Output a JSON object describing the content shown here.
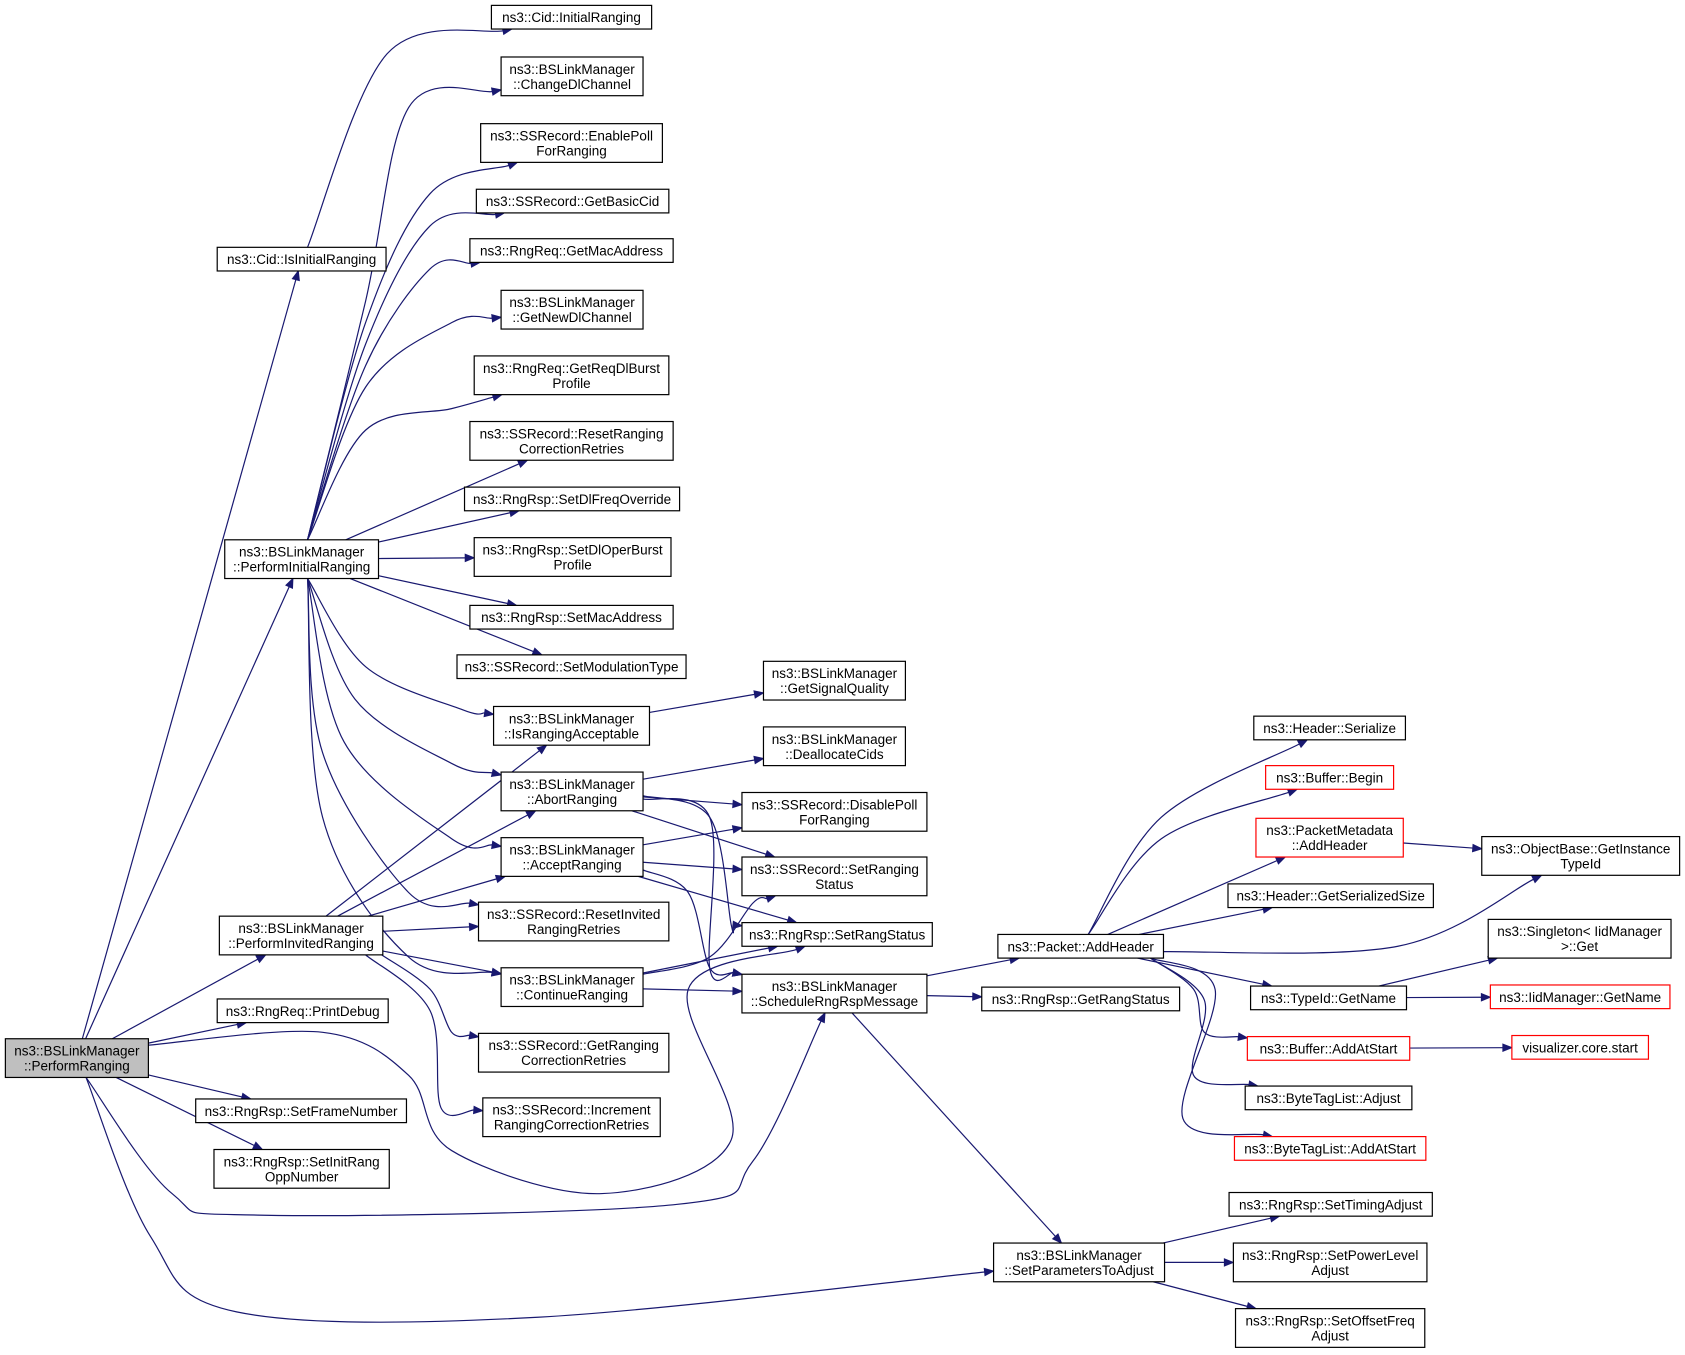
{
  "colors": {
    "edge": "#191970",
    "node_border": "#000000",
    "node_fill": "#ffffff",
    "root_fill": "#bfbfbf",
    "truncated_border": "#ff0000"
  },
  "nodes": [
    {
      "id": "perform_ranging",
      "lines": [
        "ns3::BSLinkManager",
        "::PerformRanging"
      ],
      "root": true
    },
    {
      "id": "cid_is_initial_ranging",
      "lines": [
        "ns3::Cid::IsInitialRanging"
      ]
    },
    {
      "id": "bs_perform_initial_ranging",
      "lines": [
        "ns3::BSLinkManager",
        "::PerformInitialRanging"
      ]
    },
    {
      "id": "bs_perform_invited_ranging",
      "lines": [
        "ns3::BSLinkManager",
        "::PerformInvitedRanging"
      ]
    },
    {
      "id": "rngreq_print_debug",
      "lines": [
        "ns3::RngReq::PrintDebug"
      ]
    },
    {
      "id": "rngrsp_set_frame_number",
      "lines": [
        "ns3::RngRsp::SetFrameNumber"
      ]
    },
    {
      "id": "rngrsp_set_init_rang_opp_number",
      "lines": [
        "ns3::RngRsp::SetInitRang",
        "OppNumber"
      ]
    },
    {
      "id": "cid_initial_ranging",
      "lines": [
        "ns3::Cid::InitialRanging"
      ]
    },
    {
      "id": "bs_change_dl_channel",
      "lines": [
        "ns3::BSLinkManager",
        "::ChangeDlChannel"
      ]
    },
    {
      "id": "ss_enable_poll_for_ranging",
      "lines": [
        "ns3::SSRecord::EnablePoll",
        "ForRanging"
      ]
    },
    {
      "id": "ss_get_basic_cid",
      "lines": [
        "ns3::SSRecord::GetBasicCid"
      ]
    },
    {
      "id": "rngreq_get_mac_address",
      "lines": [
        "ns3::RngReq::GetMacAddress"
      ]
    },
    {
      "id": "bs_get_new_dl_channel",
      "lines": [
        "ns3::BSLinkManager",
        "::GetNewDlChannel"
      ]
    },
    {
      "id": "rngreq_get_req_dl_burst_profile",
      "lines": [
        "ns3::RngReq::GetReqDlBurst",
        "Profile"
      ]
    },
    {
      "id": "ss_reset_ranging_correction_retries",
      "lines": [
        "ns3::SSRecord::ResetRanging",
        "CorrectionRetries"
      ]
    },
    {
      "id": "rngrsp_set_dl_freq_override",
      "lines": [
        "ns3::RngRsp::SetDlFreqOverride"
      ]
    },
    {
      "id": "rngrsp_set_dl_oper_burst_profile",
      "lines": [
        "ns3::RngRsp::SetDlOperBurst",
        "Profile"
      ]
    },
    {
      "id": "rngrsp_set_mac_address",
      "lines": [
        "ns3::RngRsp::SetMacAddress"
      ]
    },
    {
      "id": "ss_set_modulation_type",
      "lines": [
        "ns3::SSRecord::SetModulationType"
      ]
    },
    {
      "id": "bs_is_ranging_acceptable",
      "lines": [
        "ns3::BSLinkManager",
        "::IsRangingAcceptable"
      ]
    },
    {
      "id": "bs_abort_ranging",
      "lines": [
        "ns3::BSLinkManager",
        "::AbortRanging"
      ]
    },
    {
      "id": "bs_accept_ranging",
      "lines": [
        "ns3::BSLinkManager",
        "::AcceptRanging"
      ]
    },
    {
      "id": "ss_reset_invited_ranging_retries",
      "lines": [
        "ns3::SSRecord::ResetInvited",
        "RangingRetries"
      ]
    },
    {
      "id": "bs_continue_ranging",
      "lines": [
        "ns3::BSLinkManager",
        "::ContinueRanging"
      ]
    },
    {
      "id": "ss_get_ranging_correction_retries",
      "lines": [
        "ns3::SSRecord::GetRanging",
        "CorrectionRetries"
      ]
    },
    {
      "id": "ss_increment_ranging_correction_retries",
      "lines": [
        "ns3::SSRecord::Increment",
        "RangingCorrectionRetries"
      ]
    },
    {
      "id": "bs_get_signal_quality",
      "lines": [
        "ns3::BSLinkManager",
        "::GetSignalQuality"
      ]
    },
    {
      "id": "bs_deallocate_cids",
      "lines": [
        "ns3::BSLinkManager",
        "::DeallocateCids"
      ]
    },
    {
      "id": "ss_disable_poll_for_ranging",
      "lines": [
        "ns3::SSRecord::DisablePoll",
        "ForRanging"
      ]
    },
    {
      "id": "ss_set_ranging_status",
      "lines": [
        "ns3::SSRecord::SetRanging",
        "Status"
      ]
    },
    {
      "id": "rngrsp_set_rang_status",
      "lines": [
        "ns3::RngRsp::SetRangStatus"
      ]
    },
    {
      "id": "bs_schedule_rng_rsp_message",
      "lines": [
        "ns3::BSLinkManager",
        "::ScheduleRngRspMessage"
      ]
    },
    {
      "id": "packet_add_header",
      "lines": [
        "ns3::Packet::AddHeader"
      ]
    },
    {
      "id": "rngrsp_get_rang_status",
      "lines": [
        "ns3::RngRsp::GetRangStatus"
      ]
    },
    {
      "id": "bs_set_parameters_to_adjust",
      "lines": [
        "ns3::BSLinkManager",
        "::SetParametersToAdjust"
      ]
    },
    {
      "id": "header_serialize",
      "lines": [
        "ns3::Header::Serialize"
      ]
    },
    {
      "id": "buffer_begin",
      "lines": [
        "ns3::Buffer::Begin"
      ],
      "truncated": true
    },
    {
      "id": "packet_metadata_add_header",
      "lines": [
        "ns3::PacketMetadata",
        "::AddHeader"
      ],
      "truncated": true
    },
    {
      "id": "header_get_serialized_size",
      "lines": [
        "ns3::Header::GetSerializedSize"
      ]
    },
    {
      "id": "typeid_get_name",
      "lines": [
        "ns3::TypeId::GetName"
      ]
    },
    {
      "id": "buffer_add_at_start",
      "lines": [
        "ns3::Buffer::AddAtStart"
      ],
      "truncated": true
    },
    {
      "id": "bytetaglist_adjust",
      "lines": [
        "ns3::ByteTagList::Adjust"
      ]
    },
    {
      "id": "bytetaglist_add_at_start",
      "lines": [
        "ns3::ByteTagList::AddAtStart"
      ],
      "truncated": true
    },
    {
      "id": "objectbase_get_instance_typeid",
      "lines": [
        "ns3::ObjectBase::GetInstance",
        "TypeId"
      ]
    },
    {
      "id": "singleton_iidmanager_get",
      "lines": [
        "ns3::Singleton< IidManager",
        ">::Get"
      ]
    },
    {
      "id": "iidmanager_get_name",
      "lines": [
        "ns3::IidManager::GetName"
      ],
      "truncated": true
    },
    {
      "id": "visualizer_core_start",
      "lines": [
        "visualizer.core.start"
      ],
      "truncated": true
    },
    {
      "id": "rngrsp_set_timing_adjust",
      "lines": [
        "ns3::RngRsp::SetTimingAdjust"
      ]
    },
    {
      "id": "rngrsp_set_power_level_adjust",
      "lines": [
        "ns3::RngRsp::SetPowerLevel",
        "Adjust"
      ]
    },
    {
      "id": "rngrsp_set_offset_freq_adjust",
      "lines": [
        "ns3::RngRsp::SetOffsetFreq",
        "Adjust"
      ]
    }
  ],
  "edges": [
    [
      "perform_ranging",
      "cid_is_initial_ranging"
    ],
    [
      "perform_ranging",
      "bs_perform_initial_ranging"
    ],
    [
      "perform_ranging",
      "bs_perform_invited_ranging"
    ],
    [
      "perform_ranging",
      "rngreq_print_debug"
    ],
    [
      "perform_ranging",
      "rngrsp_set_frame_number"
    ],
    [
      "perform_ranging",
      "rngrsp_set_init_rang_opp_number"
    ],
    [
      "perform_ranging",
      "rngrsp_set_rang_status"
    ],
    [
      "perform_ranging",
      "bs_schedule_rng_rsp_message"
    ],
    [
      "perform_ranging",
      "bs_set_parameters_to_adjust"
    ],
    [
      "cid_is_initial_ranging",
      "cid_initial_ranging"
    ],
    [
      "bs_perform_initial_ranging",
      "bs_change_dl_channel"
    ],
    [
      "bs_perform_initial_ranging",
      "ss_enable_poll_for_ranging"
    ],
    [
      "bs_perform_initial_ranging",
      "ss_get_basic_cid"
    ],
    [
      "bs_perform_initial_ranging",
      "rngreq_get_mac_address"
    ],
    [
      "bs_perform_initial_ranging",
      "bs_get_new_dl_channel"
    ],
    [
      "bs_perform_initial_ranging",
      "rngreq_get_req_dl_burst_profile"
    ],
    [
      "bs_perform_initial_ranging",
      "ss_reset_ranging_correction_retries"
    ],
    [
      "bs_perform_initial_ranging",
      "rngrsp_set_dl_freq_override"
    ],
    [
      "bs_perform_initial_ranging",
      "rngrsp_set_dl_oper_burst_profile"
    ],
    [
      "bs_perform_initial_ranging",
      "rngrsp_set_mac_address"
    ],
    [
      "bs_perform_initial_ranging",
      "ss_set_modulation_type"
    ],
    [
      "bs_perform_initial_ranging",
      "bs_is_ranging_acceptable"
    ],
    [
      "bs_perform_initial_ranging",
      "bs_abort_ranging"
    ],
    [
      "bs_perform_initial_ranging",
      "bs_accept_ranging"
    ],
    [
      "bs_perform_initial_ranging",
      "ss_reset_invited_ranging_retries"
    ],
    [
      "bs_perform_initial_ranging",
      "bs_continue_ranging"
    ],
    [
      "bs_perform_invited_ranging",
      "bs_is_ranging_acceptable"
    ],
    [
      "bs_perform_invited_ranging",
      "bs_abort_ranging"
    ],
    [
      "bs_perform_invited_ranging",
      "bs_accept_ranging"
    ],
    [
      "bs_perform_invited_ranging",
      "ss_reset_invited_ranging_retries"
    ],
    [
      "bs_perform_invited_ranging",
      "bs_continue_ranging"
    ],
    [
      "bs_perform_invited_ranging",
      "ss_get_ranging_correction_retries"
    ],
    [
      "bs_perform_invited_ranging",
      "ss_increment_ranging_correction_retries"
    ],
    [
      "bs_is_ranging_acceptable",
      "bs_get_signal_quality"
    ],
    [
      "bs_abort_ranging",
      "bs_deallocate_cids"
    ],
    [
      "bs_abort_ranging",
      "ss_disable_poll_for_ranging"
    ],
    [
      "bs_abort_ranging",
      "ss_set_ranging_status"
    ],
    [
      "bs_abort_ranging",
      "rngrsp_set_rang_status"
    ],
    [
      "bs_abort_ranging",
      "bs_schedule_rng_rsp_message"
    ],
    [
      "bs_accept_ranging",
      "ss_disable_poll_for_ranging"
    ],
    [
      "bs_accept_ranging",
      "ss_set_ranging_status"
    ],
    [
      "bs_accept_ranging",
      "rngrsp_set_rang_status"
    ],
    [
      "bs_accept_ranging",
      "bs_schedule_rng_rsp_message"
    ],
    [
      "bs_continue_ranging",
      "ss_set_ranging_status"
    ],
    [
      "bs_continue_ranging",
      "rngrsp_set_rang_status"
    ],
    [
      "bs_continue_ranging",
      "bs_schedule_rng_rsp_message"
    ],
    [
      "bs_schedule_rng_rsp_message",
      "packet_add_header"
    ],
    [
      "bs_schedule_rng_rsp_message",
      "rngrsp_get_rang_status"
    ],
    [
      "bs_schedule_rng_rsp_message",
      "bs_set_parameters_to_adjust"
    ],
    [
      "packet_add_header",
      "header_serialize"
    ],
    [
      "packet_add_header",
      "buffer_begin"
    ],
    [
      "packet_add_header",
      "packet_metadata_add_header"
    ],
    [
      "packet_add_header",
      "header_get_serialized_size"
    ],
    [
      "packet_add_header",
      "objectbase_get_instance_typeid"
    ],
    [
      "packet_add_header",
      "typeid_get_name"
    ],
    [
      "packet_add_header",
      "buffer_add_at_start"
    ],
    [
      "packet_add_header",
      "bytetaglist_adjust"
    ],
    [
      "packet_add_header",
      "bytetaglist_add_at_start"
    ],
    [
      "packet_metadata_add_header",
      "objectbase_get_instance_typeid"
    ],
    [
      "typeid_get_name",
      "singleton_iidmanager_get"
    ],
    [
      "typeid_get_name",
      "iidmanager_get_name"
    ],
    [
      "buffer_add_at_start",
      "visualizer_core_start"
    ],
    [
      "bs_set_parameters_to_adjust",
      "rngrsp_set_timing_adjust"
    ],
    [
      "bs_set_parameters_to_adjust",
      "rngrsp_set_power_level_adjust"
    ],
    [
      "bs_set_parameters_to_adjust",
      "rngrsp_set_offset_freq_adjust"
    ]
  ]
}
